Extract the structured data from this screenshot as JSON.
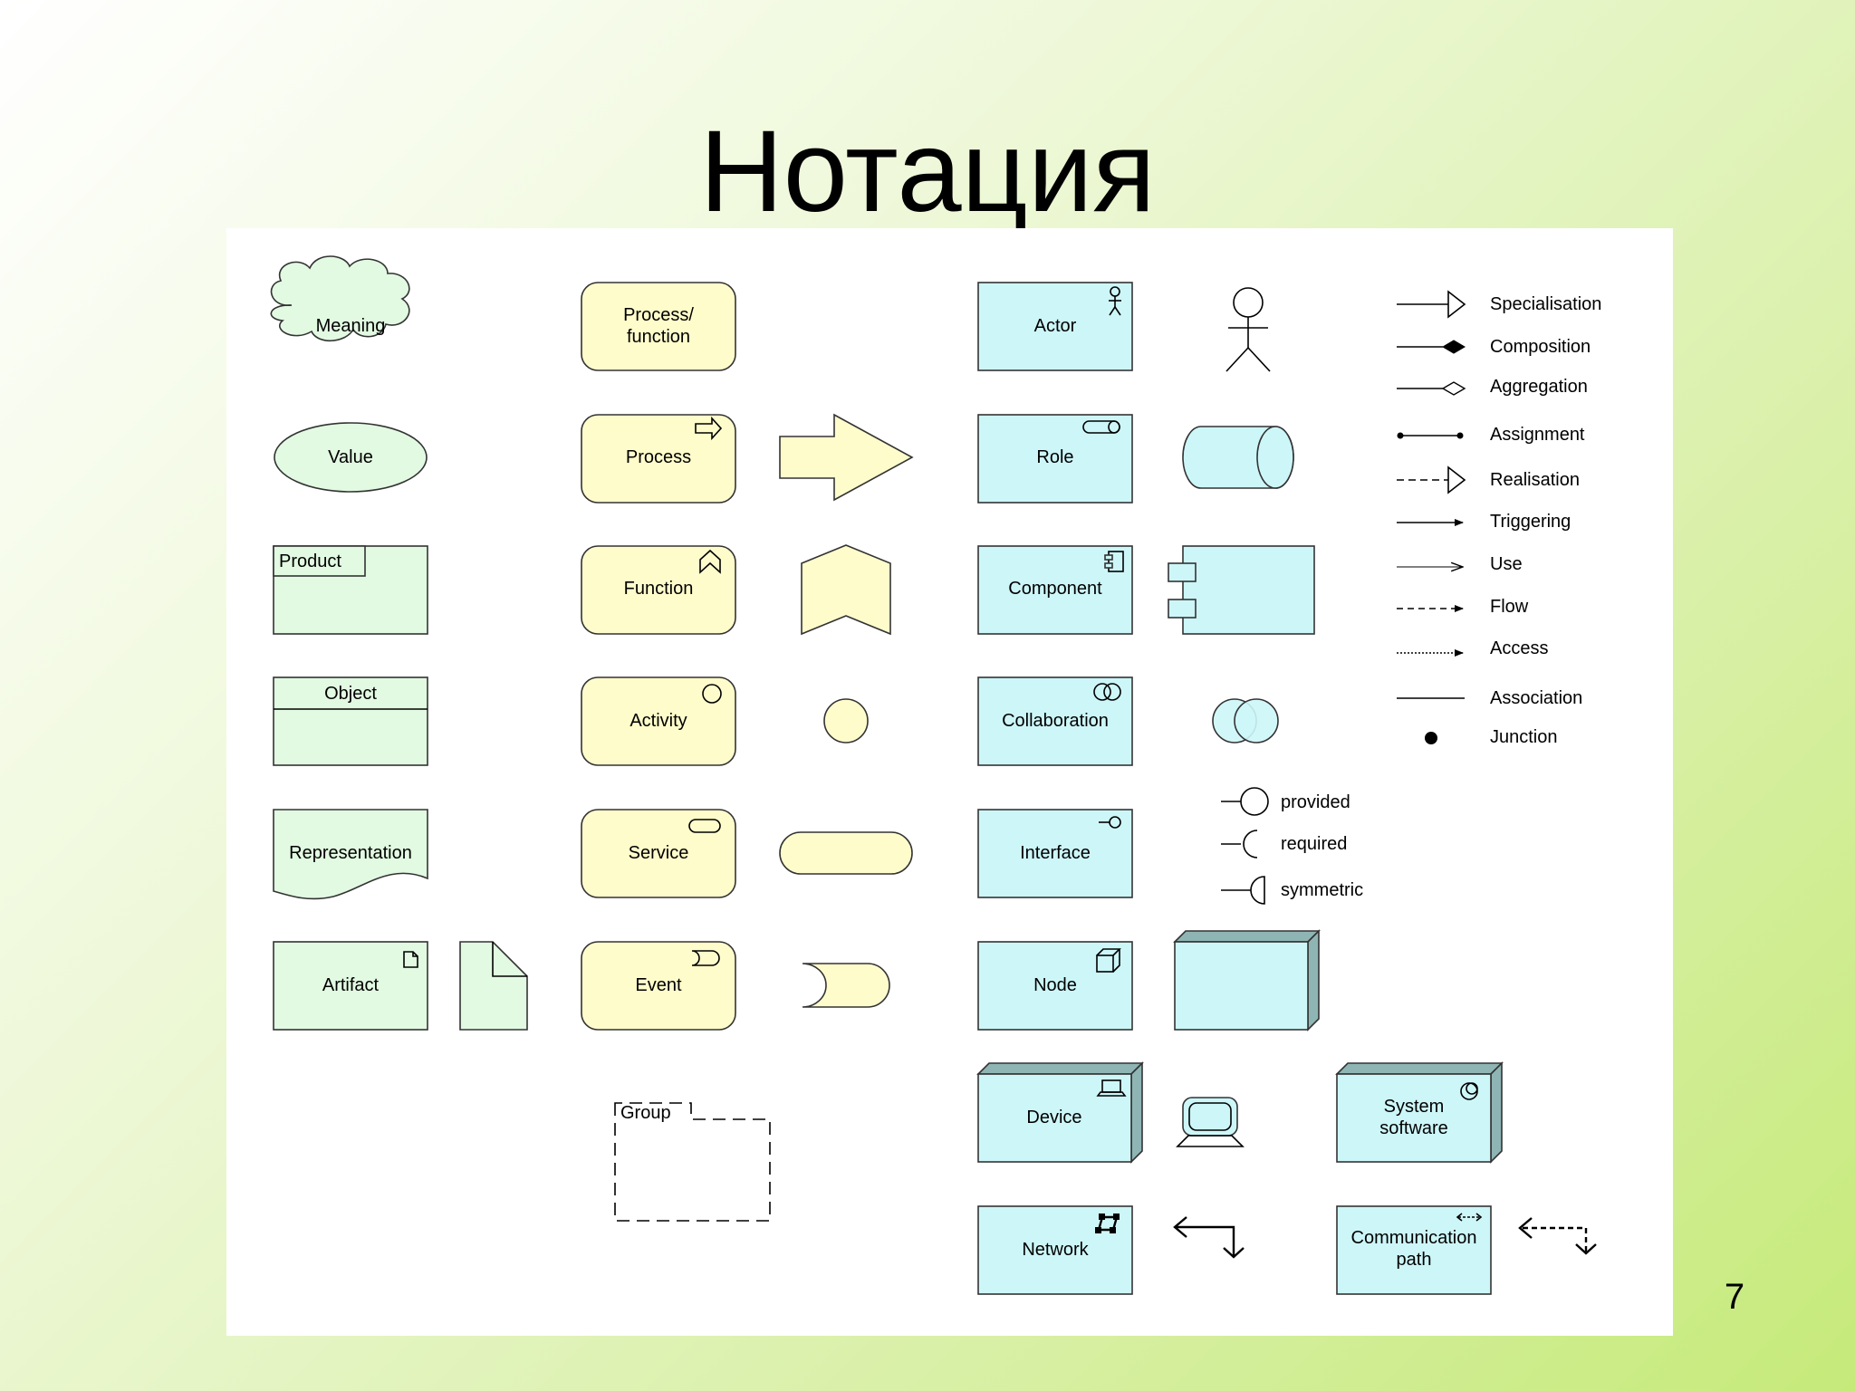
{
  "title": "Нотация",
  "page_number": "7",
  "colors": {
    "business_passive": "#e2f9e2",
    "business_behaviour": "#fffccc",
    "application_technology": "#cdf6f8"
  },
  "passive": {
    "meaning": "Meaning",
    "value": "Value",
    "product": "Product",
    "object": "Object",
    "representation": "Representation",
    "artifact": "Artifact"
  },
  "behaviour": {
    "process_function_line1": "Process/",
    "process_function_line2": "function",
    "process": "Process",
    "function": "Function",
    "activity": "Activity",
    "service": "Service",
    "event": "Event",
    "group": "Group"
  },
  "active": {
    "actor": "Actor",
    "role": "Role",
    "component": "Component",
    "collaboration": "Collaboration",
    "interface": "Interface",
    "node": "Node",
    "device": "Device",
    "system_software_line1": "System",
    "system_software_line2": "software",
    "network": "Network",
    "communication_path_line1": "Communication",
    "communication_path_line2": "path"
  },
  "interface_kinds": {
    "provided": "provided",
    "required": "required",
    "symmetric": "symmetric"
  },
  "relations": {
    "specialisation": "Specialisation",
    "composition": "Composition",
    "aggregation": "Aggregation",
    "assignment": "Assignment",
    "realisation": "Realisation",
    "triggering": "Triggering",
    "use": "Use",
    "flow": "Flow",
    "access": "Access",
    "association": "Association",
    "junction": "Junction"
  }
}
